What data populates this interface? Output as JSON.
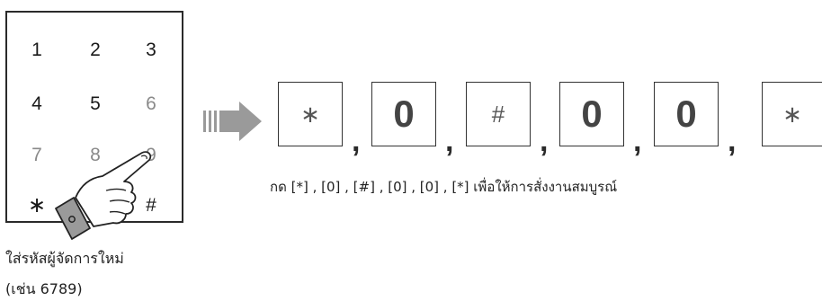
{
  "keypad": {
    "keys": [
      "1",
      "2",
      "3",
      "4",
      "5",
      "6",
      "7",
      "8",
      "9",
      "∗",
      "",
      "#"
    ]
  },
  "sequence": {
    "keys": [
      "∗",
      "0",
      "#",
      "0",
      "0",
      "∗"
    ],
    "separator": ","
  },
  "caption": "กด [*] , [0] , [#] , [0] , [0] , [*] เพื่อให้การสั่งงานสมบูรณ์",
  "instruction": {
    "line1": "ใส่รหัสผู้จัดการใหม่",
    "line2": "(เช่น 6789)"
  },
  "icons": {
    "hand": "pointing-hand-icon",
    "arrow": "right-arrow-icon"
  },
  "colors": {
    "border": "#2a2a2a",
    "dim_key": "#8a8a8a",
    "arrow": "#999999"
  }
}
